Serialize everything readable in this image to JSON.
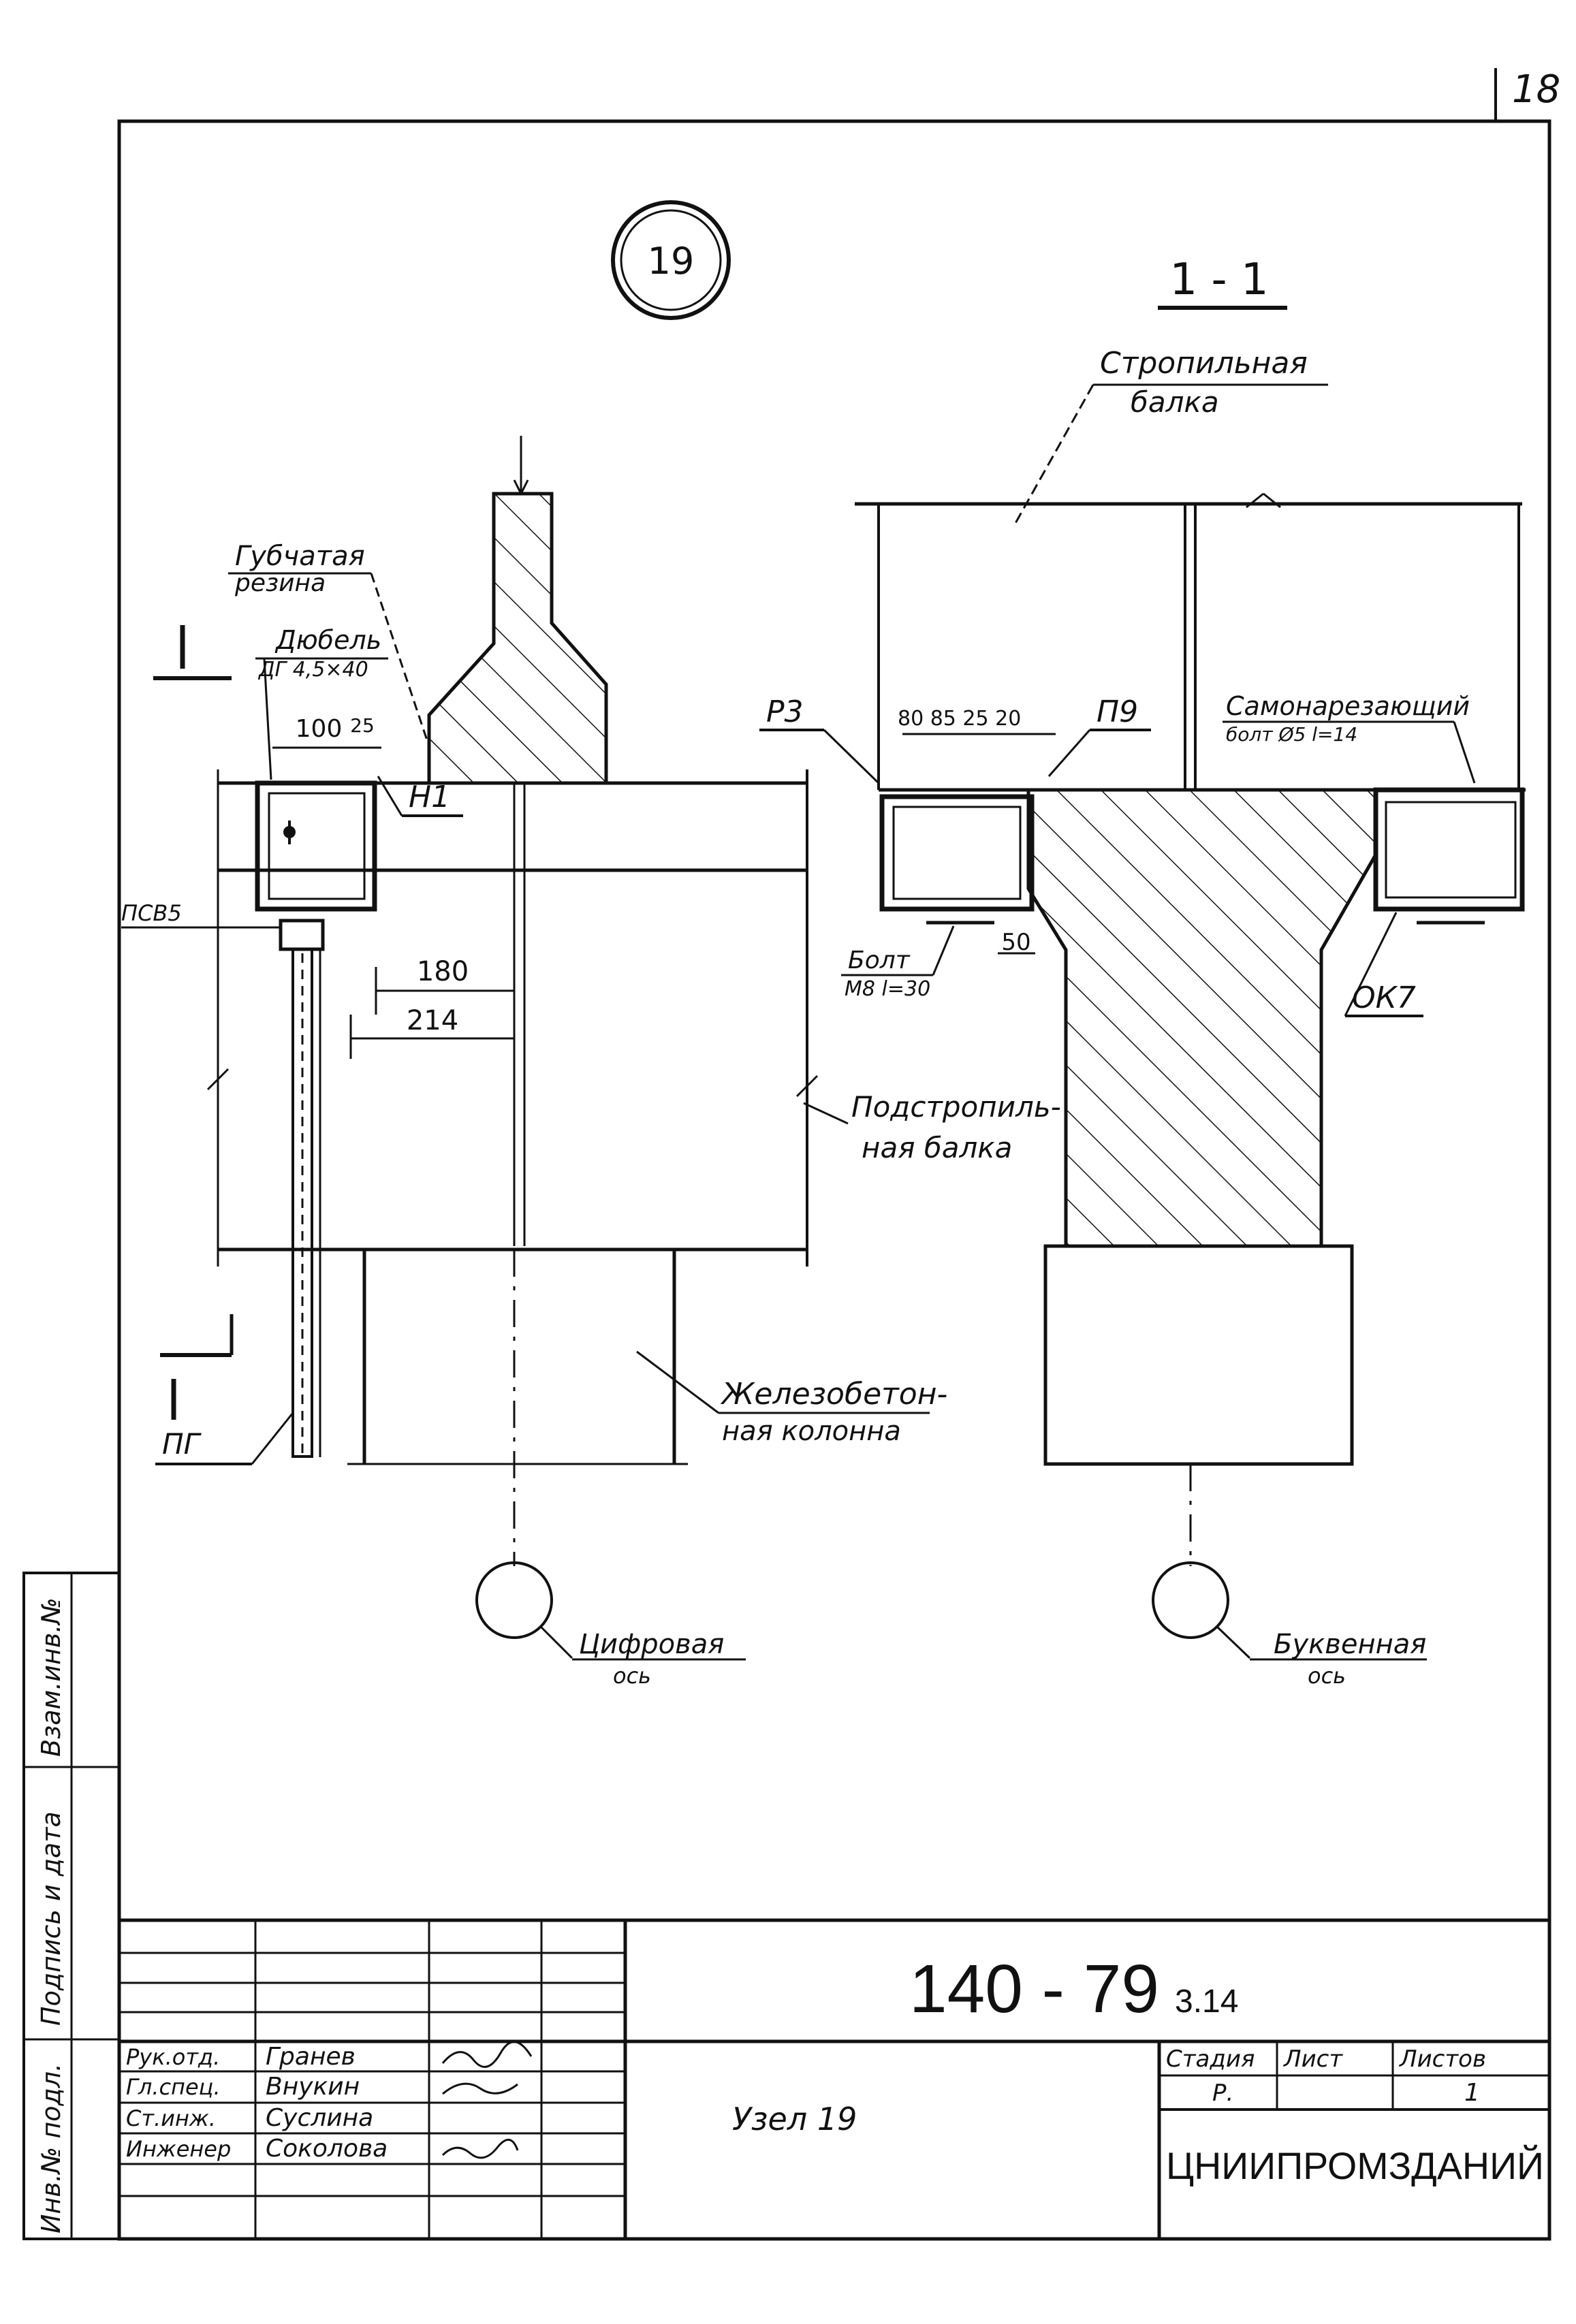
{
  "sheet": {
    "page_number": "18"
  },
  "node_marker": "19",
  "section_mark": "1 - 1",
  "cut_marks": [
    "1",
    "1"
  ],
  "left_view": {
    "label_rubber": [
      "Губчатая",
      "резина"
    ],
    "label_dowel": [
      "Дюбель",
      "ДГ 4,5×40"
    ],
    "dim_100": "100",
    "dim_25": "25",
    "tag_h1": "Н1",
    "tag_psv5": "ПСВ5",
    "dim_180": "180",
    "dim_214": "214",
    "label_subbeam": [
      "Подстропиль-",
      "ная балка"
    ],
    "label_column": [
      "Железобетон-",
      "ная колонна"
    ],
    "tag_pg": "ПГ",
    "axis_label": [
      "Цифровая",
      "ось"
    ]
  },
  "right_view": {
    "label_rafter": [
      "Стропильная",
      "балка"
    ],
    "tag_p3": "Р3",
    "dims_top": "80 85 25 20",
    "tag_p9": "П9",
    "label_screw": [
      "Самонарезающий",
      "болт Ø5 l=14"
    ],
    "label_bolt": [
      "Болт",
      "М8 l=30"
    ],
    "dim_50": "50",
    "tag_ok7": "ОК7",
    "axis_label": [
      "Буквенная",
      "ось"
    ]
  },
  "side_stamp": {
    "col1": "Взам.инв.№",
    "col2": "Подпись и дата",
    "col3": "Инв.№ подл."
  },
  "title_block": {
    "doc_number": "140 - 79",
    "doc_suffix": "3.14",
    "rows": [
      {
        "role": "Рук.отд.",
        "name": "Гранев"
      },
      {
        "role": "Гл.спец.",
        "name": "Внукин"
      },
      {
        "role": "Ст.инж.",
        "name": "Суслина"
      },
      {
        "role": "Инженер",
        "name": "Соколова"
      }
    ],
    "sheet_title": "Узел 19",
    "hdr_stage": "Стадия",
    "hdr_sheet": "Лист",
    "hdr_sheets": "Листов",
    "val_stage": "Р.",
    "val_sheet": "",
    "val_sheets": "1",
    "org": "ЦНИИПРОМЗДАНИЙ"
  }
}
